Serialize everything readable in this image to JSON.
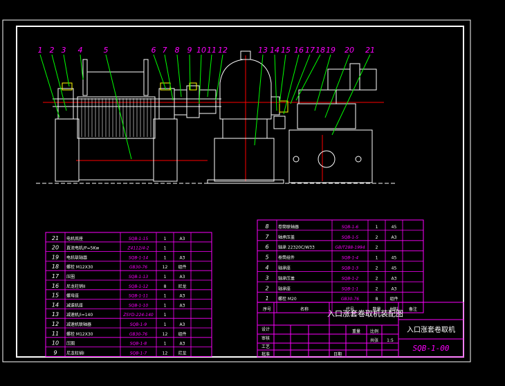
{
  "colors": {
    "background": "#000000",
    "frame": "#ffffff",
    "table_lines": "#ff00ff",
    "text": "#ffffff",
    "drawing_lines": "#ffffff",
    "centerline": "#ff0000",
    "leader": "#00ff00",
    "callout": "#ff00ff",
    "drawing_no": "#ff00ff"
  },
  "callouts": [
    "1",
    "2",
    "3",
    "4",
    "5",
    "6",
    "7",
    "8",
    "9",
    "10",
    "11",
    "12",
    "13",
    "14",
    "15",
    "16",
    "17",
    "18",
    "19",
    "20",
    "21"
  ],
  "bom_left": [
    {
      "no": "21",
      "name": "电机底座",
      "code": "SQB-1-15",
      "qty": "1",
      "mat": "A3"
    },
    {
      "no": "20",
      "name": "直流电机/P=5Kw",
      "code": "Z4112/4-2",
      "qty": "1",
      "mat": ""
    },
    {
      "no": "19",
      "name": "电机联轴器",
      "code": "SQB-1-14",
      "qty": "1",
      "mat": "A3"
    },
    {
      "no": "18",
      "name": "螺栓 M12X30",
      "code": "GB30-76",
      "qty": "12",
      "mat": "组件"
    },
    {
      "no": "17",
      "name": "压圈",
      "code": "SQB-1-13",
      "qty": "1",
      "mat": "A3"
    },
    {
      "no": "16",
      "name": "尼龙柱销II",
      "code": "SQB-1-12",
      "qty": "8",
      "mat": "尼龙"
    },
    {
      "no": "15",
      "name": "螺母座",
      "code": "SQB-1-11",
      "qty": "1",
      "mat": "A3"
    },
    {
      "no": "14",
      "name": "减速机座",
      "code": "SQB-1-10",
      "qty": "1",
      "mat": "A3"
    },
    {
      "no": "13",
      "name": "减速机/i=140",
      "code": "ZSYD-224-140",
      "qty": "1",
      "mat": ""
    },
    {
      "no": "12",
      "name": "减速机联轴器",
      "code": "SQB-1-9",
      "qty": "1",
      "mat": "A3"
    },
    {
      "no": "11",
      "name": "螺栓 M12X30",
      "code": "GB30-76",
      "qty": "12",
      "mat": "组件"
    },
    {
      "no": "10",
      "name": "压圈",
      "code": "SQB-1-8",
      "qty": "1",
      "mat": "A3"
    },
    {
      "no": "9",
      "name": "尼龙柱销I",
      "code": "SQB-1-7",
      "qty": "12",
      "mat": "尼龙"
    }
  ],
  "bom_right": [
    {
      "no": "8",
      "name": "卷筒联轴器",
      "code": "SQB-1-6",
      "qty": "1",
      "mat": "45"
    },
    {
      "no": "7",
      "name": "轴承压盖",
      "code": "SQB-1-5",
      "qty": "2",
      "mat": "A3"
    },
    {
      "no": "6",
      "name": "轴承 22320C/W33",
      "code": "GB/T288-1994",
      "qty": "2",
      "mat": ""
    },
    {
      "no": "5",
      "name": "卷筒组件",
      "code": "SQB-1-4",
      "qty": "1",
      "mat": "45"
    },
    {
      "no": "4",
      "name": "轴承座",
      "code": "SQB-1-3",
      "qty": "2",
      "mat": "45"
    },
    {
      "no": "3",
      "name": "轴承压盖",
      "code": "SQB-1-2",
      "qty": "2",
      "mat": "A3"
    },
    {
      "no": "2",
      "name": "轴承座",
      "code": "SQB-1-1",
      "qty": "2",
      "mat": "A3"
    },
    {
      "no": "1",
      "name": "螺栓 M20",
      "code": "GB30-76",
      "qty": "8",
      "mat": "组件"
    }
  ],
  "bom_header": {
    "no": "序号",
    "name": "名称",
    "code": "代号",
    "qty": "数量",
    "mat": "材料",
    "note": "备注"
  },
  "title_block": {
    "drawing_title": "入口涨套卷取机装配图",
    "product_name": "入口涨套卷取机",
    "drawing_no": "SQB-1-00",
    "scale_label": "比例",
    "scale": "1:5",
    "sheet_label": "共张",
    "weight_label": "重量",
    "design_label": "设计",
    "check_label": "审核",
    "process_label": "工艺",
    "approve_label": "批准",
    "date_label": "日期"
  }
}
